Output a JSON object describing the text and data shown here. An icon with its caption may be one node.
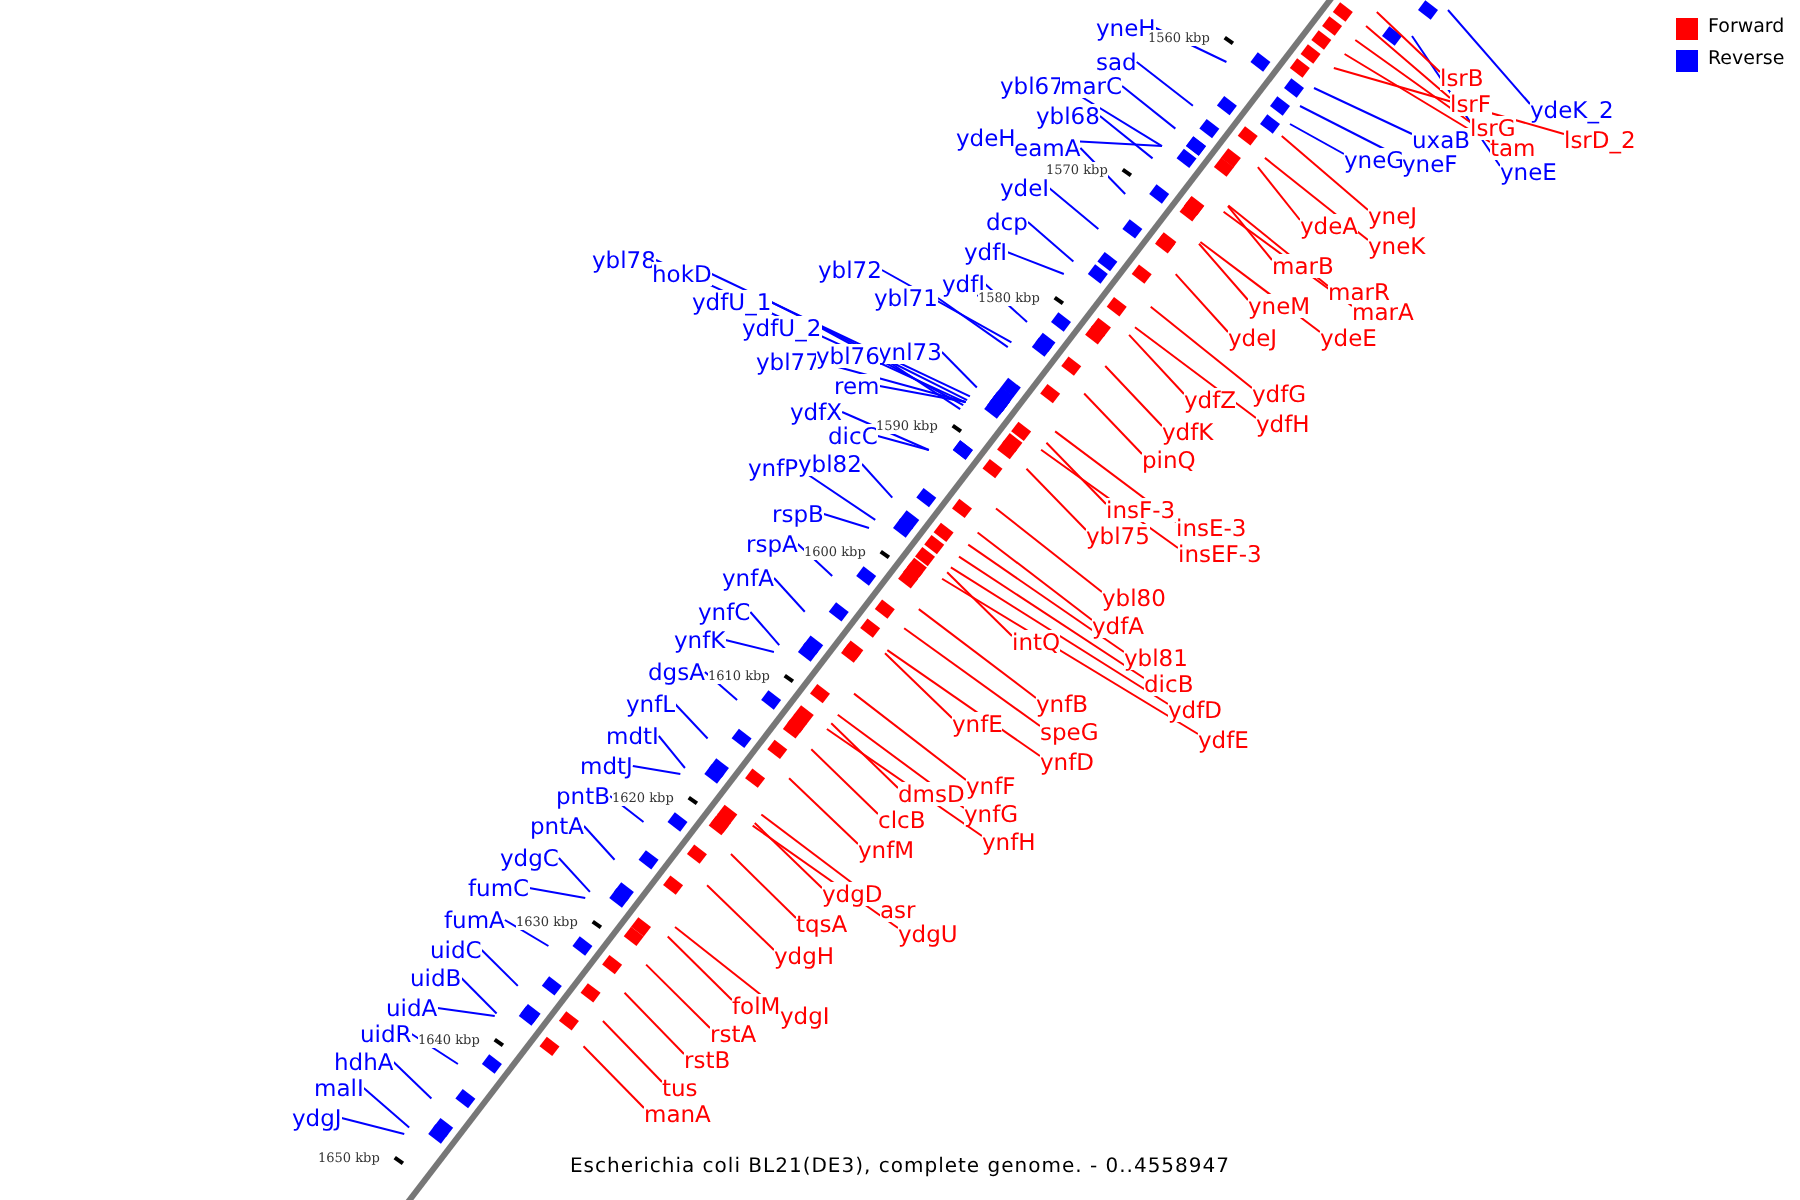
{
  "diagram": {
    "caption": "Escherichia coli BL21(DE3), complete genome. - 0..4558947",
    "nodes": [
      {
        "text": [
          "yneH"
        ]
      },
      {
        "text": [
          "sad"
        ]
      },
      {
        "text": [
          "ybl67"
        ]
      },
      {
        "text": [
          "marC"
        ]
      },
      {
        "text": [
          "ybl68"
        ]
      },
      {
        "text": [
          "ydeH"
        ]
      },
      {
        "text": [
          "eamA"
        ]
      },
      {
        "text": [
          "ydeI"
        ]
      },
      {
        "text": [
          "dcp"
        ]
      },
      {
        "text": [
          "ydfI"
        ]
      },
      {
        "text": [
          "ydfJ"
        ]
      },
      {
        "text": [
          "ybl72"
        ]
      },
      {
        "text": [
          "ybl71"
        ]
      },
      {
        "text": [
          "ynl73"
        ]
      },
      {
        "text": [
          "ybl78"
        ]
      },
      {
        "text": [
          "hokD"
        ]
      },
      {
        "text": [
          "ydfU_1"
        ]
      },
      {
        "text": [
          "ydfU_2"
        ]
      },
      {
        "text": [
          "ybl77"
        ]
      },
      {
        "text": [
          "ybl76"
        ]
      },
      {
        "text": [
          "rem"
        ]
      },
      {
        "text": [
          "ydfX"
        ]
      },
      {
        "text": [
          "dicC"
        ]
      },
      {
        "text": [
          "ynfP"
        ]
      },
      {
        "text": [
          "ybl82"
        ]
      },
      {
        "text": [
          "rspB"
        ]
      },
      {
        "text": [
          "rspA"
        ]
      },
      {
        "text": [
          "ynfA"
        ]
      },
      {
        "text": [
          "ynfC"
        ]
      },
      {
        "text": [
          "ynfK"
        ]
      },
      {
        "text": [
          "dgsA"
        ]
      },
      {
        "text": [
          "ynfL"
        ]
      },
      {
        "text": [
          "mdtI"
        ]
      },
      {
        "text": [
          "mdtJ"
        ]
      },
      {
        "text": [
          "pntB"
        ]
      },
      {
        "text": [
          "pntA"
        ]
      },
      {
        "text": [
          "ydgC"
        ]
      },
      {
        "text": [
          "fumC"
        ]
      },
      {
        "text": [
          "fumA"
        ]
      },
      {
        "text": [
          "uidC"
        ]
      },
      {
        "text": [
          "uidB"
        ]
      },
      {
        "text": [
          "uidA"
        ]
      },
      {
        "text": [
          "uidR"
        ]
      },
      {
        "text": [
          "hdhA"
        ]
      },
      {
        "text": [
          "malI"
        ]
      },
      {
        "text": [
          "ydgJ"
        ]
      },
      {
        "text": [
          "ydeK_2"
        ]
      },
      {
        "text": [
          "uxaB"
        ]
      },
      {
        "text": [
          "yneG"
        ]
      },
      {
        "text": [
          "yneF"
        ]
      },
      {
        "text": [
          "yneE"
        ]
      },
      {
        "text": [
          "lsrB"
        ]
      },
      {
        "text": [
          "lsrF"
        ]
      },
      {
        "text": [
          "lsrG"
        ]
      },
      {
        "text": [
          "tam"
        ]
      },
      {
        "text": [
          "lsrD_2"
        ]
      },
      {
        "text": [
          "yneJ"
        ]
      },
      {
        "text": [
          "ydeA"
        ]
      },
      {
        "text": [
          "yneK"
        ]
      },
      {
        "text": [
          "marB"
        ]
      },
      {
        "text": [
          "marR"
        ]
      },
      {
        "text": [
          "marA"
        ]
      },
      {
        "text": [
          "yneM"
        ]
      },
      {
        "text": [
          "ydeE"
        ]
      },
      {
        "text": [
          "ydeJ"
        ]
      },
      {
        "text": [
          "ydfG"
        ]
      },
      {
        "text": [
          "ydfZ"
        ]
      },
      {
        "text": [
          "ydfH"
        ]
      },
      {
        "text": [
          "ydfK"
        ]
      },
      {
        "text": [
          "pinQ"
        ]
      },
      {
        "text": [
          "insF-3"
        ]
      },
      {
        "text": [
          "insE-3"
        ]
      },
      {
        "text": [
          "insEF-3"
        ]
      },
      {
        "text": [
          "ybl75"
        ]
      },
      {
        "text": [
          "ybl80"
        ]
      },
      {
        "text": [
          "ydfA"
        ]
      },
      {
        "text": [
          "ybl81"
        ]
      },
      {
        "text": [
          "dicB"
        ]
      },
      {
        "text": [
          "intQ"
        ]
      },
      {
        "text": [
          "ydfD"
        ]
      },
      {
        "text": [
          "ydfE"
        ]
      },
      {
        "text": [
          "ynfB"
        ]
      },
      {
        "text": [
          "ynfE"
        ]
      },
      {
        "text": [
          "speG"
        ]
      },
      {
        "text": [
          "ynfD"
        ]
      },
      {
        "text": [
          "ynfF"
        ]
      },
      {
        "text": [
          "dmsD"
        ]
      },
      {
        "text": [
          "ynfG"
        ]
      },
      {
        "text": [
          "ynfH"
        ]
      },
      {
        "text": [
          "clcB"
        ]
      },
      {
        "text": [
          "ynfM"
        ]
      },
      {
        "text": [
          "ydgD"
        ]
      },
      {
        "text": [
          "asr"
        ]
      },
      {
        "text": [
          "ydgU"
        ]
      },
      {
        "text": [
          "tqsA"
        ]
      },
      {
        "text": [
          "ydgH"
        ]
      },
      {
        "text": [
          "folM"
        ]
      },
      {
        "text": [
          "ydgI"
        ]
      },
      {
        "text": [
          "rstA"
        ]
      },
      {
        "text": [
          "rstB"
        ]
      },
      {
        "text": [
          "tus"
        ]
      },
      {
        "text": [
          "manA"
        ]
      }
    ],
    "edges": [
      {
        "from": 0,
        "to": null,
        "arrow": "none",
        "color": "#0000ff"
      },
      {
        "from": 1,
        "to": null,
        "arrow": "none",
        "color": "#0000ff"
      },
      {
        "from": 2,
        "to": null,
        "arrow": "none",
        "color": "#0000ff"
      },
      {
        "from": 3,
        "to": null,
        "arrow": "none",
        "color": "#0000ff"
      },
      {
        "from": 4,
        "to": null,
        "arrow": "none",
        "color": "#0000ff"
      },
      {
        "from": 5,
        "to": null,
        "arrow": "none",
        "color": "#0000ff"
      },
      {
        "from": 6,
        "to": null,
        "arrow": "none",
        "color": "#0000ff"
      },
      {
        "from": 7,
        "to": null,
        "arrow": "none",
        "color": "#0000ff"
      },
      {
        "from": 8,
        "to": null,
        "arrow": "none",
        "color": "#0000ff"
      },
      {
        "from": 9,
        "to": null,
        "arrow": "none",
        "color": "#0000ff"
      },
      {
        "from": 10,
        "to": null,
        "arrow": "none",
        "color": "#0000ff"
      },
      {
        "from": 11,
        "to": null,
        "arrow": "none",
        "color": "#0000ff"
      },
      {
        "from": 12,
        "to": null,
        "arrow": "none",
        "color": "#0000ff"
      },
      {
        "from": 13,
        "to": null,
        "arrow": "none",
        "color": "#0000ff"
      },
      {
        "from": 14,
        "to": null,
        "arrow": "none",
        "color": "#0000ff"
      },
      {
        "from": 15,
        "to": null,
        "arrow": "none",
        "color": "#0000ff"
      },
      {
        "from": 16,
        "to": null,
        "arrow": "none",
        "color": "#0000ff"
      },
      {
        "from": 17,
        "to": null,
        "arrow": "none",
        "color": "#0000ff"
      },
      {
        "from": 18,
        "to": null,
        "arrow": "none",
        "color": "#0000ff"
      },
      {
        "from": 19,
        "to": null,
        "arrow": "none",
        "color": "#0000ff"
      },
      {
        "from": 20,
        "to": null,
        "arrow": "none",
        "color": "#0000ff"
      },
      {
        "from": 21,
        "to": null,
        "arrow": "none",
        "color": "#0000ff"
      },
      {
        "from": 22,
        "to": null,
        "arrow": "none",
        "color": "#0000ff"
      },
      {
        "from": 23,
        "to": null,
        "arrow": "none",
        "color": "#0000ff"
      },
      {
        "from": 24,
        "to": null,
        "arrow": "none",
        "color": "#0000ff"
      },
      {
        "from": 25,
        "to": null,
        "arrow": "none",
        "color": "#0000ff"
      },
      {
        "from": 26,
        "to": null,
        "arrow": "none",
        "color": "#0000ff"
      },
      {
        "from": 27,
        "to": null,
        "arrow": "none",
        "color": "#0000ff"
      },
      {
        "from": 28,
        "to": null,
        "arrow": "none",
        "color": "#0000ff"
      },
      {
        "from": 29,
        "to": null,
        "arrow": "none",
        "color": "#0000ff"
      },
      {
        "from": 30,
        "to": null,
        "arrow": "none",
        "color": "#0000ff"
      },
      {
        "from": 31,
        "to": null,
        "arrow": "none",
        "color": "#0000ff"
      },
      {
        "from": 32,
        "to": null,
        "arrow": "none",
        "color": "#0000ff"
      },
      {
        "from": 33,
        "to": null,
        "arrow": "none",
        "color": "#0000ff"
      },
      {
        "from": 34,
        "to": null,
        "arrow": "none",
        "color": "#0000ff"
      },
      {
        "from": 35,
        "to": null,
        "arrow": "none",
        "color": "#0000ff"
      },
      {
        "from": 36,
        "to": null,
        "arrow": "none",
        "color": "#0000ff"
      },
      {
        "from": 37,
        "to": null,
        "arrow": "none",
        "color": "#0000ff"
      },
      {
        "from": 38,
        "to": null,
        "arrow": "none",
        "color": "#0000ff"
      },
      {
        "from": 39,
        "to": null,
        "arrow": "none",
        "color": "#0000ff"
      },
      {
        "from": 40,
        "to": null,
        "arrow": "none",
        "color": "#0000ff"
      },
      {
        "from": 41,
        "to": null,
        "arrow": "none",
        "color": "#0000ff"
      },
      {
        "from": 42,
        "to": null,
        "arrow": "none",
        "color": "#0000ff"
      },
      {
        "from": 43,
        "to": null,
        "arrow": "none",
        "color": "#0000ff"
      },
      {
        "from": 44,
        "to": null,
        "arrow": "none",
        "color": "#0000ff"
      },
      {
        "from": 45,
        "to": null,
        "arrow": "none",
        "color": "#0000ff"
      },
      {
        "from": 46,
        "to": null,
        "arrow": "none",
        "color": "#0000ff"
      },
      {
        "from": 47,
        "to": null,
        "arrow": "none",
        "color": "#0000ff"
      },
      {
        "from": 48,
        "to": null,
        "arrow": "none",
        "color": "#0000ff"
      },
      {
        "from": 49,
        "to": null,
        "arrow": "none",
        "color": "#0000ff"
      },
      {
        "from": 50,
        "to": null,
        "arrow": "none",
        "color": "#0000ff"
      },
      {
        "from": 51,
        "to": null,
        "arrow": "none",
        "color": "#ff0000"
      },
      {
        "from": 52,
        "to": null,
        "arrow": "none",
        "color": "#ff0000"
      },
      {
        "from": 53,
        "to": null,
        "arrow": "none",
        "color": "#ff0000"
      },
      {
        "from": 54,
        "to": null,
        "arrow": "none",
        "color": "#ff0000"
      },
      {
        "from": 55,
        "to": null,
        "arrow": "none",
        "color": "#ff0000"
      },
      {
        "from": 56,
        "to": null,
        "arrow": "none",
        "color": "#ff0000"
      },
      {
        "from": 57,
        "to": null,
        "arrow": "none",
        "color": "#ff0000"
      },
      {
        "from": 58,
        "to": null,
        "arrow": "none",
        "color": "#ff0000"
      },
      {
        "from": 59,
        "to": null,
        "arrow": "none",
        "color": "#ff0000"
      },
      {
        "from": 60,
        "to": null,
        "arrow": "none",
        "color": "#ff0000"
      },
      {
        "from": 61,
        "to": null,
        "arrow": "none",
        "color": "#ff0000"
      },
      {
        "from": 62,
        "to": null,
        "arrow": "none",
        "color": "#ff0000"
      },
      {
        "from": 63,
        "to": null,
        "arrow": "none",
        "color": "#ff0000"
      },
      {
        "from": 64,
        "to": null,
        "arrow": "none",
        "color": "#ff0000"
      },
      {
        "from": 65,
        "to": null,
        "arrow": "none",
        "color": "#ff0000"
      },
      {
        "from": 66,
        "to": null,
        "arrow": "none",
        "color": "#ff0000"
      },
      {
        "from": 67,
        "to": null,
        "arrow": "none",
        "color": "#ff0000"
      },
      {
        "from": 68,
        "to": null,
        "arrow": "none",
        "color": "#ff0000"
      },
      {
        "from": 69,
        "to": null,
        "arrow": "none",
        "color": "#ff0000"
      },
      {
        "from": 70,
        "to": null,
        "arrow": "none",
        "color": "#ff0000"
      },
      {
        "from": 71,
        "to": null,
        "arrow": "none",
        "color": "#ff0000"
      },
      {
        "from": 72,
        "to": null,
        "arrow": "none",
        "color": "#ff0000"
      },
      {
        "from": 73,
        "to": null,
        "arrow": "none",
        "color": "#ff0000"
      },
      {
        "from": 74,
        "to": null,
        "arrow": "none",
        "color": "#ff0000"
      },
      {
        "from": 75,
        "to": null,
        "arrow": "none",
        "color": "#ff0000"
      },
      {
        "from": 76,
        "to": null,
        "arrow": "none",
        "color": "#ff0000"
      },
      {
        "from": 77,
        "to": null,
        "arrow": "none",
        "color": "#ff0000"
      },
      {
        "from": 78,
        "to": null,
        "arrow": "none",
        "color": "#ff0000"
      },
      {
        "from": 79,
        "to": null,
        "arrow": "none",
        "color": "#ff0000"
      },
      {
        "from": 80,
        "to": null,
        "arrow": "none",
        "color": "#ff0000"
      },
      {
        "from": 81,
        "to": null,
        "arrow": "none",
        "color": "#ff0000"
      },
      {
        "from": 82,
        "to": null,
        "arrow": "none",
        "color": "#ff0000"
      },
      {
        "from": 83,
        "to": null,
        "arrow": "none",
        "color": "#ff0000"
      },
      {
        "from": 84,
        "to": null,
        "arrow": "none",
        "color": "#ff0000"
      },
      {
        "from": 85,
        "to": null,
        "arrow": "none",
        "color": "#ff0000"
      },
      {
        "from": 86,
        "to": null,
        "arrow": "none",
        "color": "#ff0000"
      },
      {
        "from": 87,
        "to": null,
        "arrow": "none",
        "color": "#ff0000"
      },
      {
        "from": 88,
        "to": null,
        "arrow": "none",
        "color": "#ff0000"
      },
      {
        "from": 89,
        "to": null,
        "arrow": "none",
        "color": "#ff0000"
      },
      {
        "from": 90,
        "to": null,
        "arrow": "none",
        "color": "#ff0000"
      },
      {
        "from": 91,
        "to": null,
        "arrow": "none",
        "color": "#ff0000"
      },
      {
        "from": 92,
        "to": null,
        "arrow": "none",
        "color": "#ff0000"
      },
      {
        "from": 93,
        "to": null,
        "arrow": "none",
        "color": "#ff0000"
      },
      {
        "from": 94,
        "to": null,
        "arrow": "none",
        "color": "#ff0000"
      },
      {
        "from": 95,
        "to": null,
        "arrow": "none",
        "color": "#ff0000"
      },
      {
        "from": 96,
        "to": null,
        "arrow": "none",
        "color": "#ff0000"
      },
      {
        "from": 97,
        "to": null,
        "arrow": "none",
        "color": "#ff0000"
      },
      {
        "from": 98,
        "to": null,
        "arrow": "none",
        "color": "#ff0000"
      },
      {
        "from": 99,
        "to": null,
        "arrow": "none",
        "color": "#ff0000"
      },
      {
        "from": 100,
        "to": null,
        "arrow": "none",
        "color": "#ff0000"
      },
      {
        "from": 101,
        "to": null,
        "arrow": "none",
        "color": "#ff0000"
      }
    ],
    "labels": [
      "1560 kbp",
      "1570 kbp",
      "1580 kbp",
      "1590 kbp",
      "1600 kbp",
      "1610 kbp",
      "1620 kbp",
      "1630 kbp",
      "1640 kbp",
      "1650 kbp"
    ],
    "legend": [
      {
        "text": "Forward",
        "color": "#ff0000"
      },
      {
        "text": "Reverse",
        "color": "#0000ff"
      }
    ]
  }
}
